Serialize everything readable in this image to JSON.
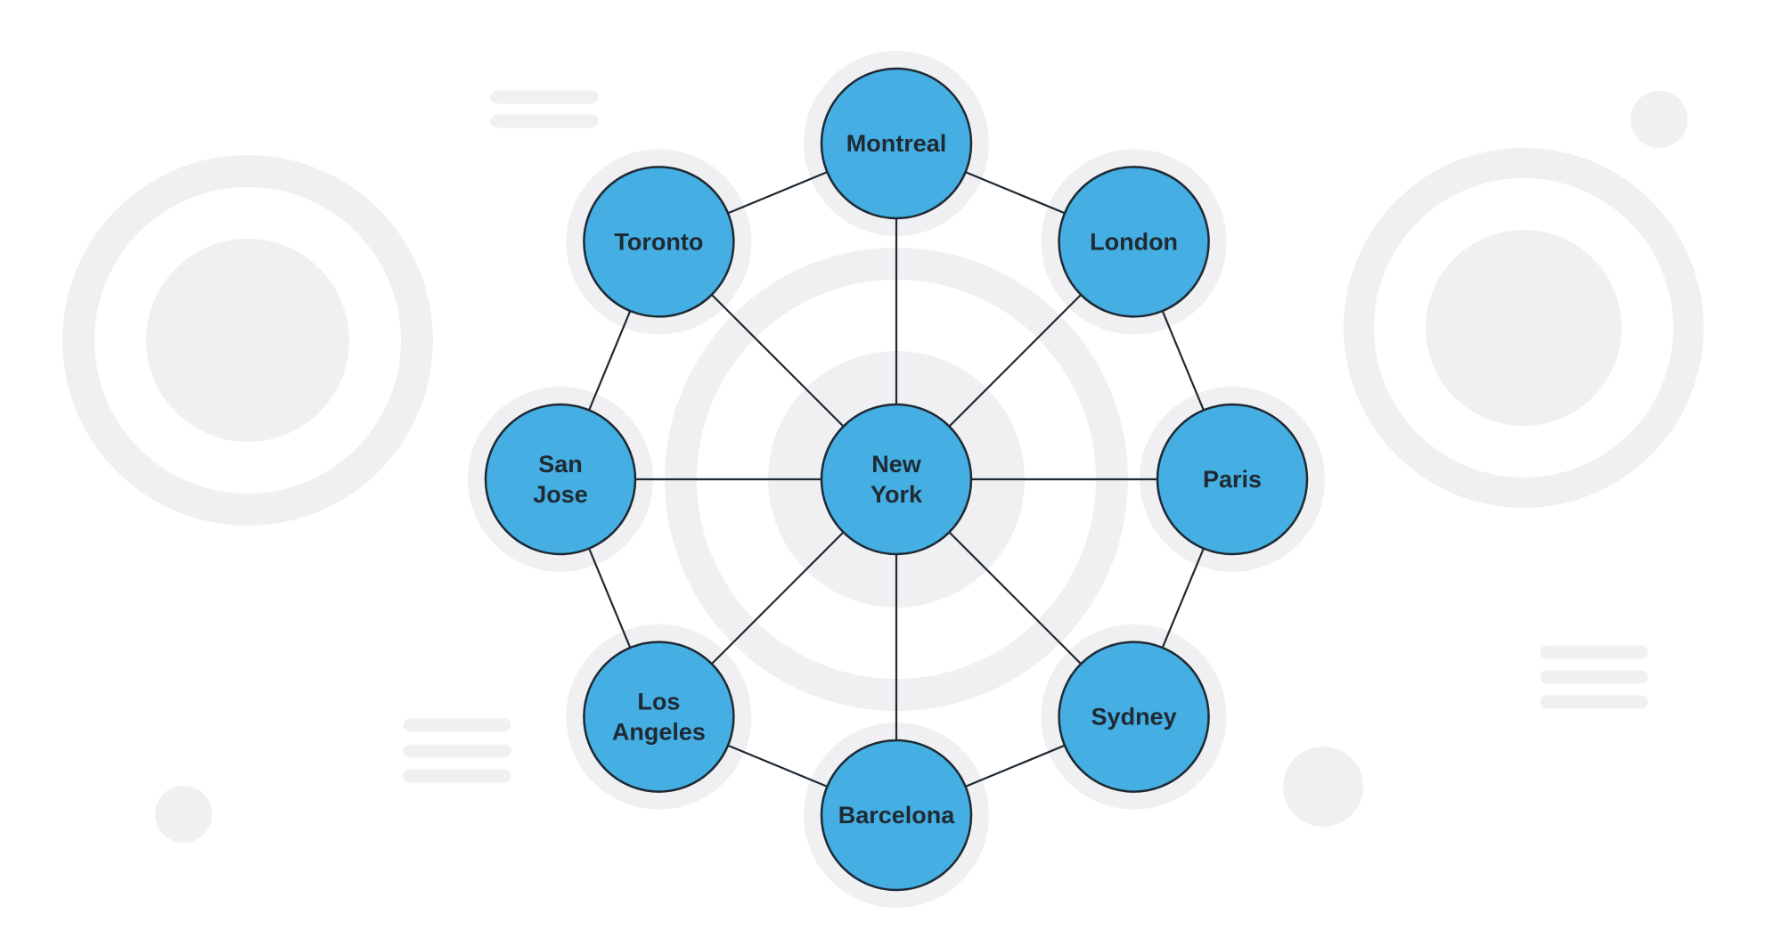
{
  "diagram": {
    "type": "network",
    "center": "new-york",
    "nodes": [
      {
        "id": "new-york",
        "lines": [
          "New",
          "York"
        ]
      },
      {
        "id": "montreal",
        "lines": [
          "Montreal"
        ]
      },
      {
        "id": "london",
        "lines": [
          "London"
        ]
      },
      {
        "id": "paris",
        "lines": [
          "Paris"
        ]
      },
      {
        "id": "sydney",
        "lines": [
          "Sydney"
        ]
      },
      {
        "id": "barcelona",
        "lines": [
          "Barcelona"
        ]
      },
      {
        "id": "los-angeles",
        "lines": [
          "Los",
          "Angeles"
        ]
      },
      {
        "id": "san-jose",
        "lines": [
          "San",
          "Jose"
        ]
      },
      {
        "id": "toronto",
        "lines": [
          "Toronto"
        ]
      }
    ],
    "edges": [
      [
        "new-york",
        "montreal"
      ],
      [
        "new-york",
        "london"
      ],
      [
        "new-york",
        "paris"
      ],
      [
        "new-york",
        "sydney"
      ],
      [
        "new-york",
        "barcelona"
      ],
      [
        "new-york",
        "los-angeles"
      ],
      [
        "new-york",
        "san-jose"
      ],
      [
        "new-york",
        "toronto"
      ],
      [
        "montreal",
        "london"
      ],
      [
        "london",
        "paris"
      ],
      [
        "paris",
        "sydney"
      ],
      [
        "sydney",
        "barcelona"
      ],
      [
        "barcelona",
        "los-angeles"
      ],
      [
        "los-angeles",
        "san-jose"
      ],
      [
        "san-jose",
        "toronto"
      ],
      [
        "toronto",
        "montreal"
      ]
    ]
  },
  "colors": {
    "node_fill": "#45aee3",
    "node_stroke": "#1e2a33",
    "edge": "#1e2a33",
    "decor": "#f0f0f2",
    "label": "#1f2a33"
  }
}
